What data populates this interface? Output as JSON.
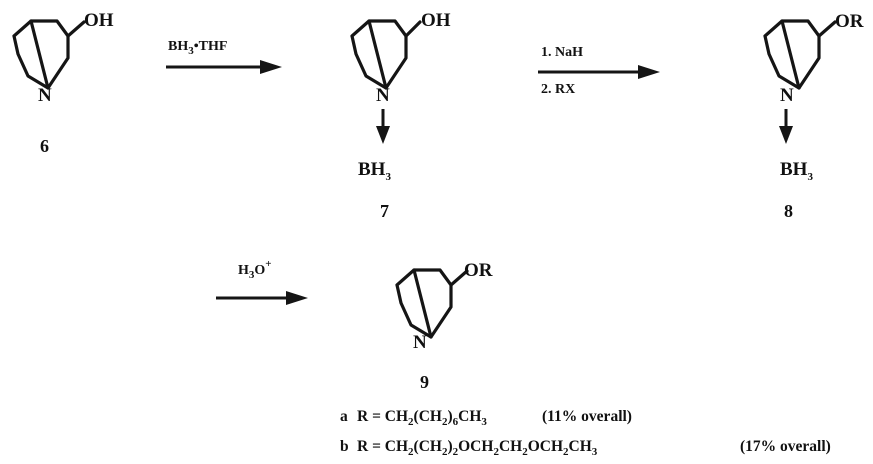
{
  "scheme": {
    "compounds": [
      {
        "label": "6",
        "atoms": {
          "oh": "OH",
          "n": "N"
        }
      },
      {
        "label": "7",
        "atoms": {
          "oh": "OH",
          "n": "N",
          "bh3": "BH3"
        }
      },
      {
        "label": "8",
        "atoms": {
          "or": "OR",
          "n": "N",
          "bh3": "BH3"
        }
      },
      {
        "label": "9",
        "atoms": {
          "or": "OR",
          "n": "N"
        }
      }
    ],
    "steps": [
      {
        "reagents": [
          "BH3•THF"
        ]
      },
      {
        "reagents": [
          "1. NaH",
          "2. RX"
        ]
      },
      {
        "reagents": [
          "H3O+"
        ]
      }
    ],
    "products": [
      {
        "id": "a",
        "r_group": "R = CH2(CH2)6CH3",
        "yield": "(11% overall)"
      },
      {
        "id": "b",
        "r_group": "R = CH2(CH2)2OCH2CH2OCH2CH3",
        "yield": "(17% overall)"
      }
    ]
  }
}
